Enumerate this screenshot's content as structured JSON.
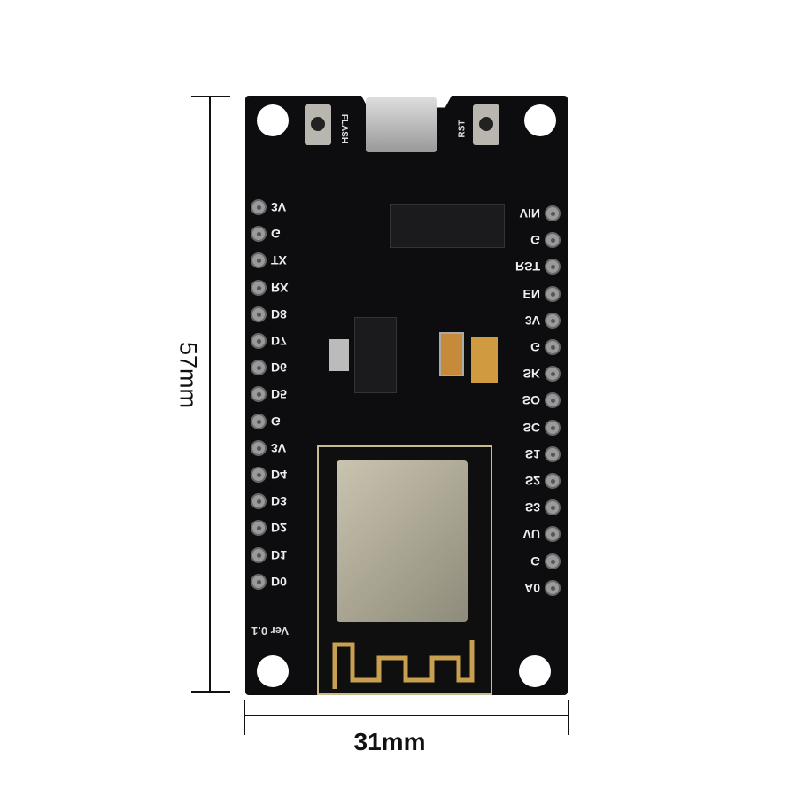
{
  "board": {
    "left_pins": [
      "3V",
      "G",
      "TX",
      "RX",
      "D8",
      "D7",
      "D6",
      "D5",
      "G",
      "3V",
      "D4",
      "D3",
      "D2",
      "D1",
      "D0"
    ],
    "right_pins": [
      "VIN",
      "G",
      "RST",
      "EN",
      "3V",
      "G",
      "SK",
      "SO",
      "SC",
      "S1",
      "S2",
      "S3",
      "VU",
      "G",
      "A0"
    ],
    "flash_label": "FLASH",
    "rst_label": "RST",
    "version": "Ver 0.1"
  },
  "dimensions": {
    "height": "57mm",
    "width": "31mm"
  },
  "colors": {
    "pcb": "#0d0c0e",
    "gold": "#c8a050",
    "shield": "#b8b39e"
  }
}
